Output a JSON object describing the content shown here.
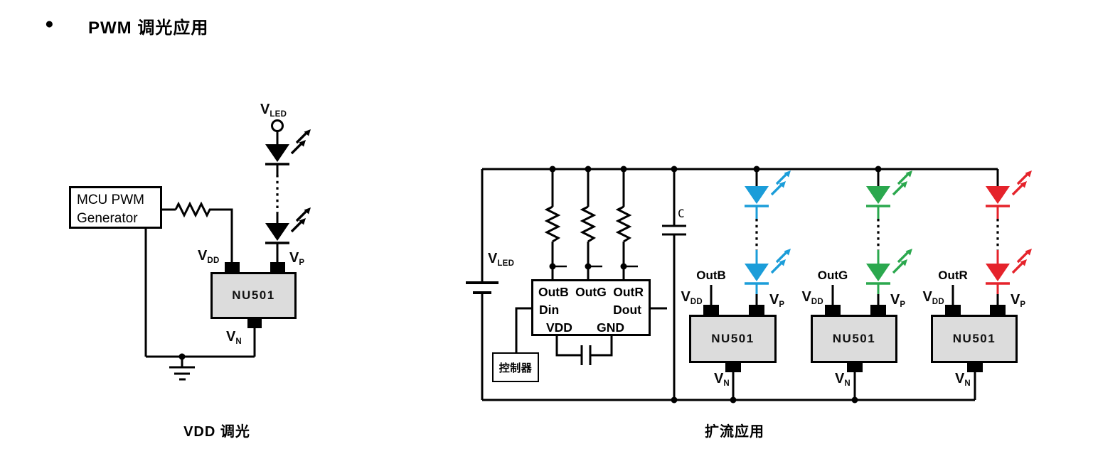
{
  "title": {
    "bullet": "●",
    "text": "PWM 调光应用"
  },
  "left": {
    "caption": "VDD 调光",
    "mcu_line1": "MCU PWM",
    "mcu_line2": "Generator",
    "chip": "NU501"
  },
  "right": {
    "caption": "扩流应用",
    "controller_box": "控制器",
    "cap_label": "C",
    "chip": "NU501",
    "ic": {
      "outb": "OutB",
      "outg": "OutG",
      "outr": "OutR",
      "din": "Din",
      "dout": "Dout",
      "vdd": "VDD",
      "gnd": "GND"
    }
  },
  "nets": {
    "v": "V",
    "led": "LED",
    "dd": "DD",
    "p": "P",
    "n": "N"
  },
  "colors": {
    "led-blue": "#1B9DD9",
    "led-green": "#2BA84E",
    "led-red": "#E5232B",
    "chip-fill": "#DCDCDC",
    "ink": "#000000"
  }
}
